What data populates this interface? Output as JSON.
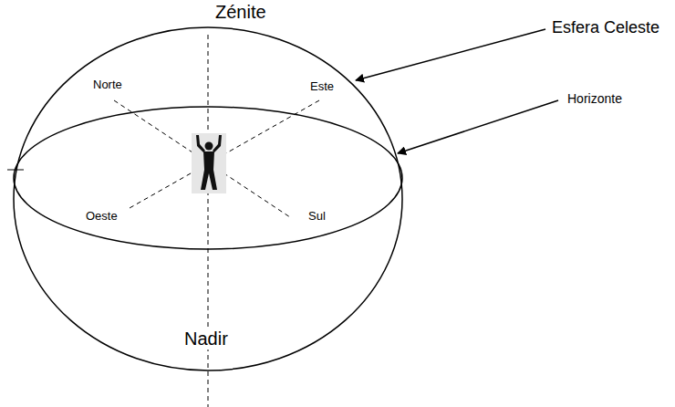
{
  "diagram": {
    "labels": [
      "Zénite",
      "Esfera Celeste",
      "Norte",
      "Este",
      "Horizonte",
      "Oeste",
      "Sul",
      "Nadir"
    ]
  }
}
